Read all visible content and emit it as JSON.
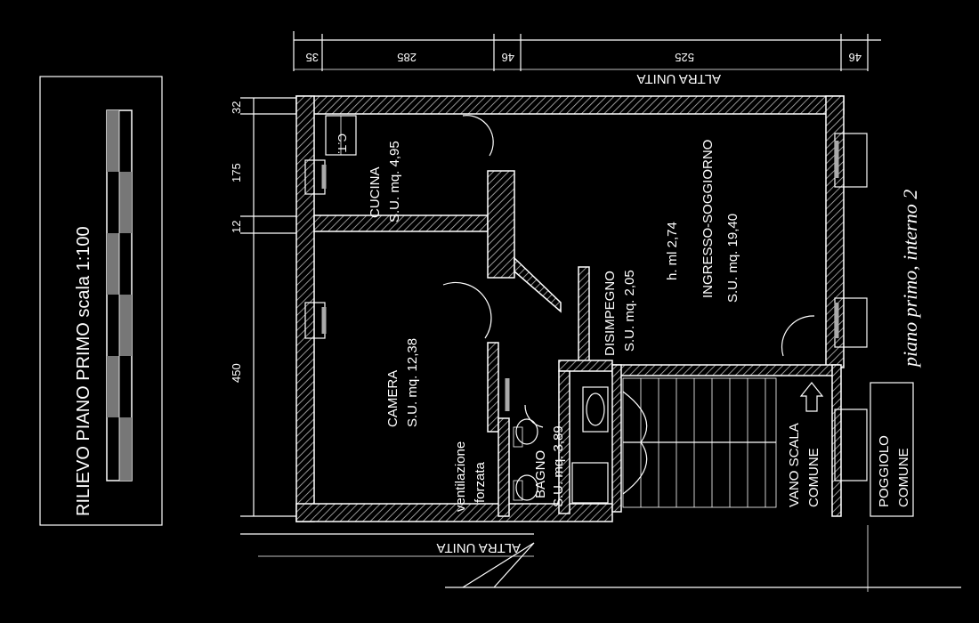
{
  "title": "RILIEVO PIANO PRIMO scala 1:100",
  "floor_label": "piano primo, interno 2",
  "dimensions": {
    "top": [
      "35",
      "285",
      "46",
      "525",
      "46"
    ],
    "left": [
      "32",
      "175",
      "12",
      "450"
    ]
  },
  "neighbors": {
    "top": "ALTRA UNITA",
    "bottom": "ALTRA UNITA"
  },
  "rooms": {
    "cucina": {
      "name": "CUCINA",
      "area": "S.U. mq. 4,95",
      "tag": "C.T."
    },
    "soggiorno": {
      "name": "INGRESSO-SOGGIORNO",
      "area": "S.U. mq. 19,40",
      "height": "h. ml 2,74"
    },
    "disimpegno": {
      "name": "DISIMPEGNO",
      "area": "S.U. mq. 2,05"
    },
    "camera": {
      "name": "CAMERA",
      "area": "S.U. mq. 12,38"
    },
    "bagno": {
      "name": "BAGNO",
      "area": "S.U. mq. 3,89"
    },
    "ventilazione": {
      "line1": "ventilazione",
      "line2": "forzata"
    },
    "vano_scala": {
      "line1": "VANO SCALA",
      "line2": "COMUNE"
    },
    "poggiolo": {
      "line1": "POGGIOLO",
      "line2": "COMUNE"
    }
  }
}
